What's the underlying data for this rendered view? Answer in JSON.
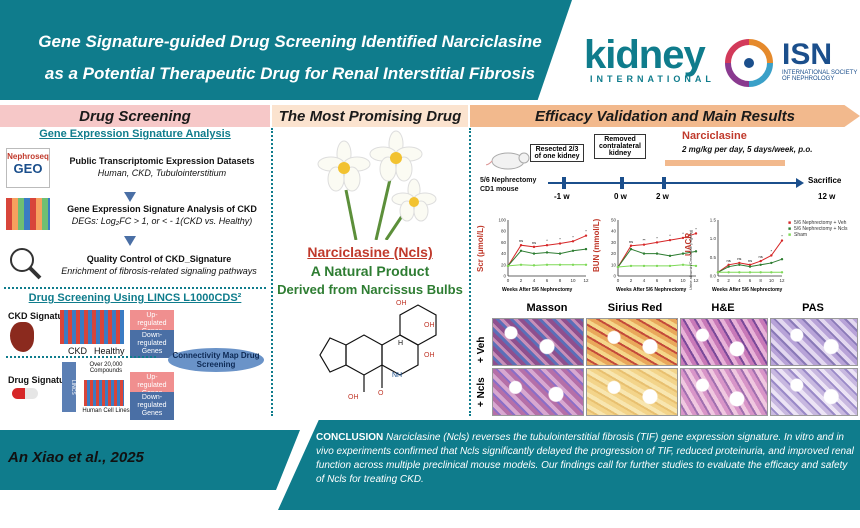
{
  "header": {
    "title_line1": "Gene Signature-guided Drug Screening Identified Narciclasine",
    "title_line2": "as a Potential Therapeutic Drug for Renal Interstitial Fibrosis"
  },
  "logos": {
    "kidney": "kidney",
    "kidney_sub": "INTERNATIONAL",
    "isn": "ISN",
    "isn_sub1": "INTERNATIONAL SOCIETY",
    "isn_sub2": "OF NEPHROLOGY",
    "nephroseq": "Nephroseq",
    "geo": "GEO",
    "lincs": "LINCS"
  },
  "sections": {
    "screening": "Drug Screening",
    "promising": "The Most Promising Drug",
    "efficacy": "Efficacy Validation and Main Results"
  },
  "screening": {
    "gesa_title": "Gene Expression Signature Analysis",
    "datasets_title": "Public Transcriptomic Expression  Datasets",
    "datasets_sub": "Human, CKD, Tubulointerstitium",
    "gesa_ckd_title": "Gene Expression Signature Analysis of CKD",
    "degs": "DEGs: Log₂FC > 1, or < - 1(CKD vs. Healthy)",
    "qc_title": "Quality Control of CKD_Signature",
    "qc_sub": "Enrichment of fibrosis-related signaling pathways",
    "lincs_title": "Drug Screening Using LINCS L1000CDS²",
    "ckd_signature": "CKD Signature",
    "ckd": "CKD",
    "healthy": "Healthy",
    "up_genes": "Up-regulated Genes",
    "down_genes": "Down-regulated Genes",
    "cmap": "Connectivity Map Drug Screening",
    "drug_signature": "Drug Signature",
    "compounds": "Over 20,000 Compounds",
    "cell_lines": "Human Cell Lines"
  },
  "drug": {
    "name": "Narciclasine (Ncls)",
    "natural": "A Natural Product",
    "derived": "Derived from Narcissus Bulbs",
    "atoms": {
      "oh_top": "OH",
      "oh_r1": "OH",
      "oh_r2": "OH",
      "h": "H",
      "nh": "NH",
      "oh_bottom": "OH",
      "o": "O"
    }
  },
  "efficacy": {
    "drug_label": "Narciclasine",
    "dose": "2 mg/kg per day, 5 days/week, p.o.",
    "resected": "Resected 2/3 of one kidney",
    "removed": "Removed contralateral kidney",
    "model": "5/6 Nephrectomy CD1 mouse",
    "t1": "-1 w",
    "t2": "0 w",
    "t3": "2 w",
    "sacrifice": "Sacrifice",
    "t4": "12 w",
    "stains": [
      "Masson",
      "Sirius Red",
      "H&E",
      "PAS"
    ],
    "row_veh": "+ Veh",
    "row_ncls": "+ Ncls"
  },
  "chart_data": [
    {
      "type": "line",
      "ylabel": "Scr (μmol/L)",
      "xlabel": "Weeks  After 5/6 Nephrectomy",
      "x": [
        0,
        2,
        4,
        6,
        8,
        10,
        12
      ],
      "ylim": [
        0,
        100
      ],
      "yticks": [
        "0",
        "20",
        "40",
        "60",
        "80",
        "100"
      ],
      "series": [
        {
          "values": [
            18,
            55,
            52,
            55,
            58,
            62,
            72
          ],
          "color": "#d62728"
        },
        {
          "values": [
            18,
            45,
            40,
            42,
            40,
            45,
            48
          ],
          "color": "#2e7d32"
        },
        {
          "values": [
            18,
            20,
            19,
            20,
            20,
            20,
            20
          ],
          "color": "#7ed957"
        }
      ],
      "annotations": [
        "ns",
        "ns",
        "*",
        "*",
        "*",
        "*"
      ]
    },
    {
      "type": "line",
      "ylabel": "BUN (mmol/L)",
      "xlabel": "Weeks  After 5/6 Nephrectomy",
      "x": [
        0,
        2,
        4,
        6,
        8,
        10,
        12
      ],
      "ylim": [
        0,
        50
      ],
      "yticks": [
        "0",
        "10",
        "20",
        "30",
        "40",
        "50"
      ],
      "series": [
        {
          "values": [
            8,
            27,
            28,
            30,
            32,
            34,
            38
          ],
          "color": "#d62728"
        },
        {
          "values": [
            8,
            24,
            20,
            20,
            18,
            20,
            22
          ],
          "color": "#2e7d32"
        },
        {
          "values": [
            8,
            9,
            9,
            9,
            9,
            10,
            9
          ],
          "color": "#7ed957"
        }
      ],
      "annotations": [
        "ns",
        "**",
        "*",
        "*",
        "*",
        "*"
      ]
    },
    {
      "type": "line",
      "ylabel": "UACR",
      "ylabel2": "Urine albumin/Creatinine (mg/mg)",
      "xlabel": "Weeks  After 5/6 Nephrectomy",
      "x": [
        0,
        2,
        4,
        6,
        8,
        10,
        12
      ],
      "ylim": [
        0,
        1.5
      ],
      "yticks": [
        "0.0",
        "0.5",
        "1.0",
        "1.5"
      ],
      "series": [
        {
          "name": "5/6 Nephrectomy + Veh",
          "values": [
            0.1,
            0.3,
            0.35,
            0.3,
            0.4,
            0.55,
            0.95
          ],
          "color": "#d62728"
        },
        {
          "name": "5/6 Nephrectomy + Ncls",
          "values": [
            0.1,
            0.25,
            0.3,
            0.25,
            0.3,
            0.35,
            0.45
          ],
          "color": "#2e7d32"
        },
        {
          "name": "Sham",
          "values": [
            0.1,
            0.1,
            0.1,
            0.1,
            0.1,
            0.1,
            0.1
          ],
          "color": "#7ed957"
        }
      ],
      "annotations": [
        "ns",
        "ns",
        "ns",
        "ns",
        "*",
        "*"
      ],
      "legend": "top-right"
    }
  ],
  "footer": {
    "author": "An Xiao et al., 2025",
    "conclusion_label": "CONCLUSION",
    "conclusion_text": " Narciclasine (Ncls) reverses the tubulointerstitial fibrosis (TIF) gene expression signature. In vitro and in vivo experiments confirmed that Ncls significantly delayed the progression of TIF, reduced proteinuria, and improved renal function across multiple preclinical mouse models. Our findings call for further studies to evaluate the efficacy and safety of Ncls for treating CKD."
  }
}
